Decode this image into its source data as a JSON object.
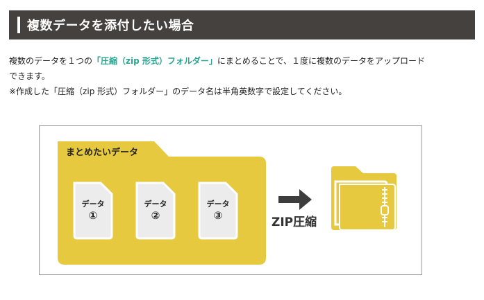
{
  "header": {
    "title": "複数データを添付したい場合"
  },
  "description": {
    "line1_prefix": "複数のデータを１つの",
    "line1_highlight": "「圧縮（zip 形式）フォルダー」",
    "line1_suffix": "にまとめることで、１度に複数のデータをアップロード",
    "line2": "できます。",
    "note": "※作成した「圧縮（zip 形式）フォルダー」のデータ名は半角英数字で設定してください。"
  },
  "diagram": {
    "folder_label": "まとめたいデータ",
    "docs": [
      {
        "label": "データ",
        "number": "①"
      },
      {
        "label": "データ",
        "number": "②"
      },
      {
        "label": "データ",
        "number": "③"
      }
    ],
    "zip_label": "ZIP圧縮",
    "colors": {
      "folder": "#e6c93f",
      "doc_fill": "#ececec",
      "doc_border": "#ffffff",
      "arrow": "#3d3d3d",
      "header_bg": "#45413f",
      "highlight": "#2aa592"
    },
    "icons": [
      "folder-icon",
      "document-icon",
      "arrow-right-icon",
      "zip-folder-icon",
      "zipper-icon"
    ]
  }
}
